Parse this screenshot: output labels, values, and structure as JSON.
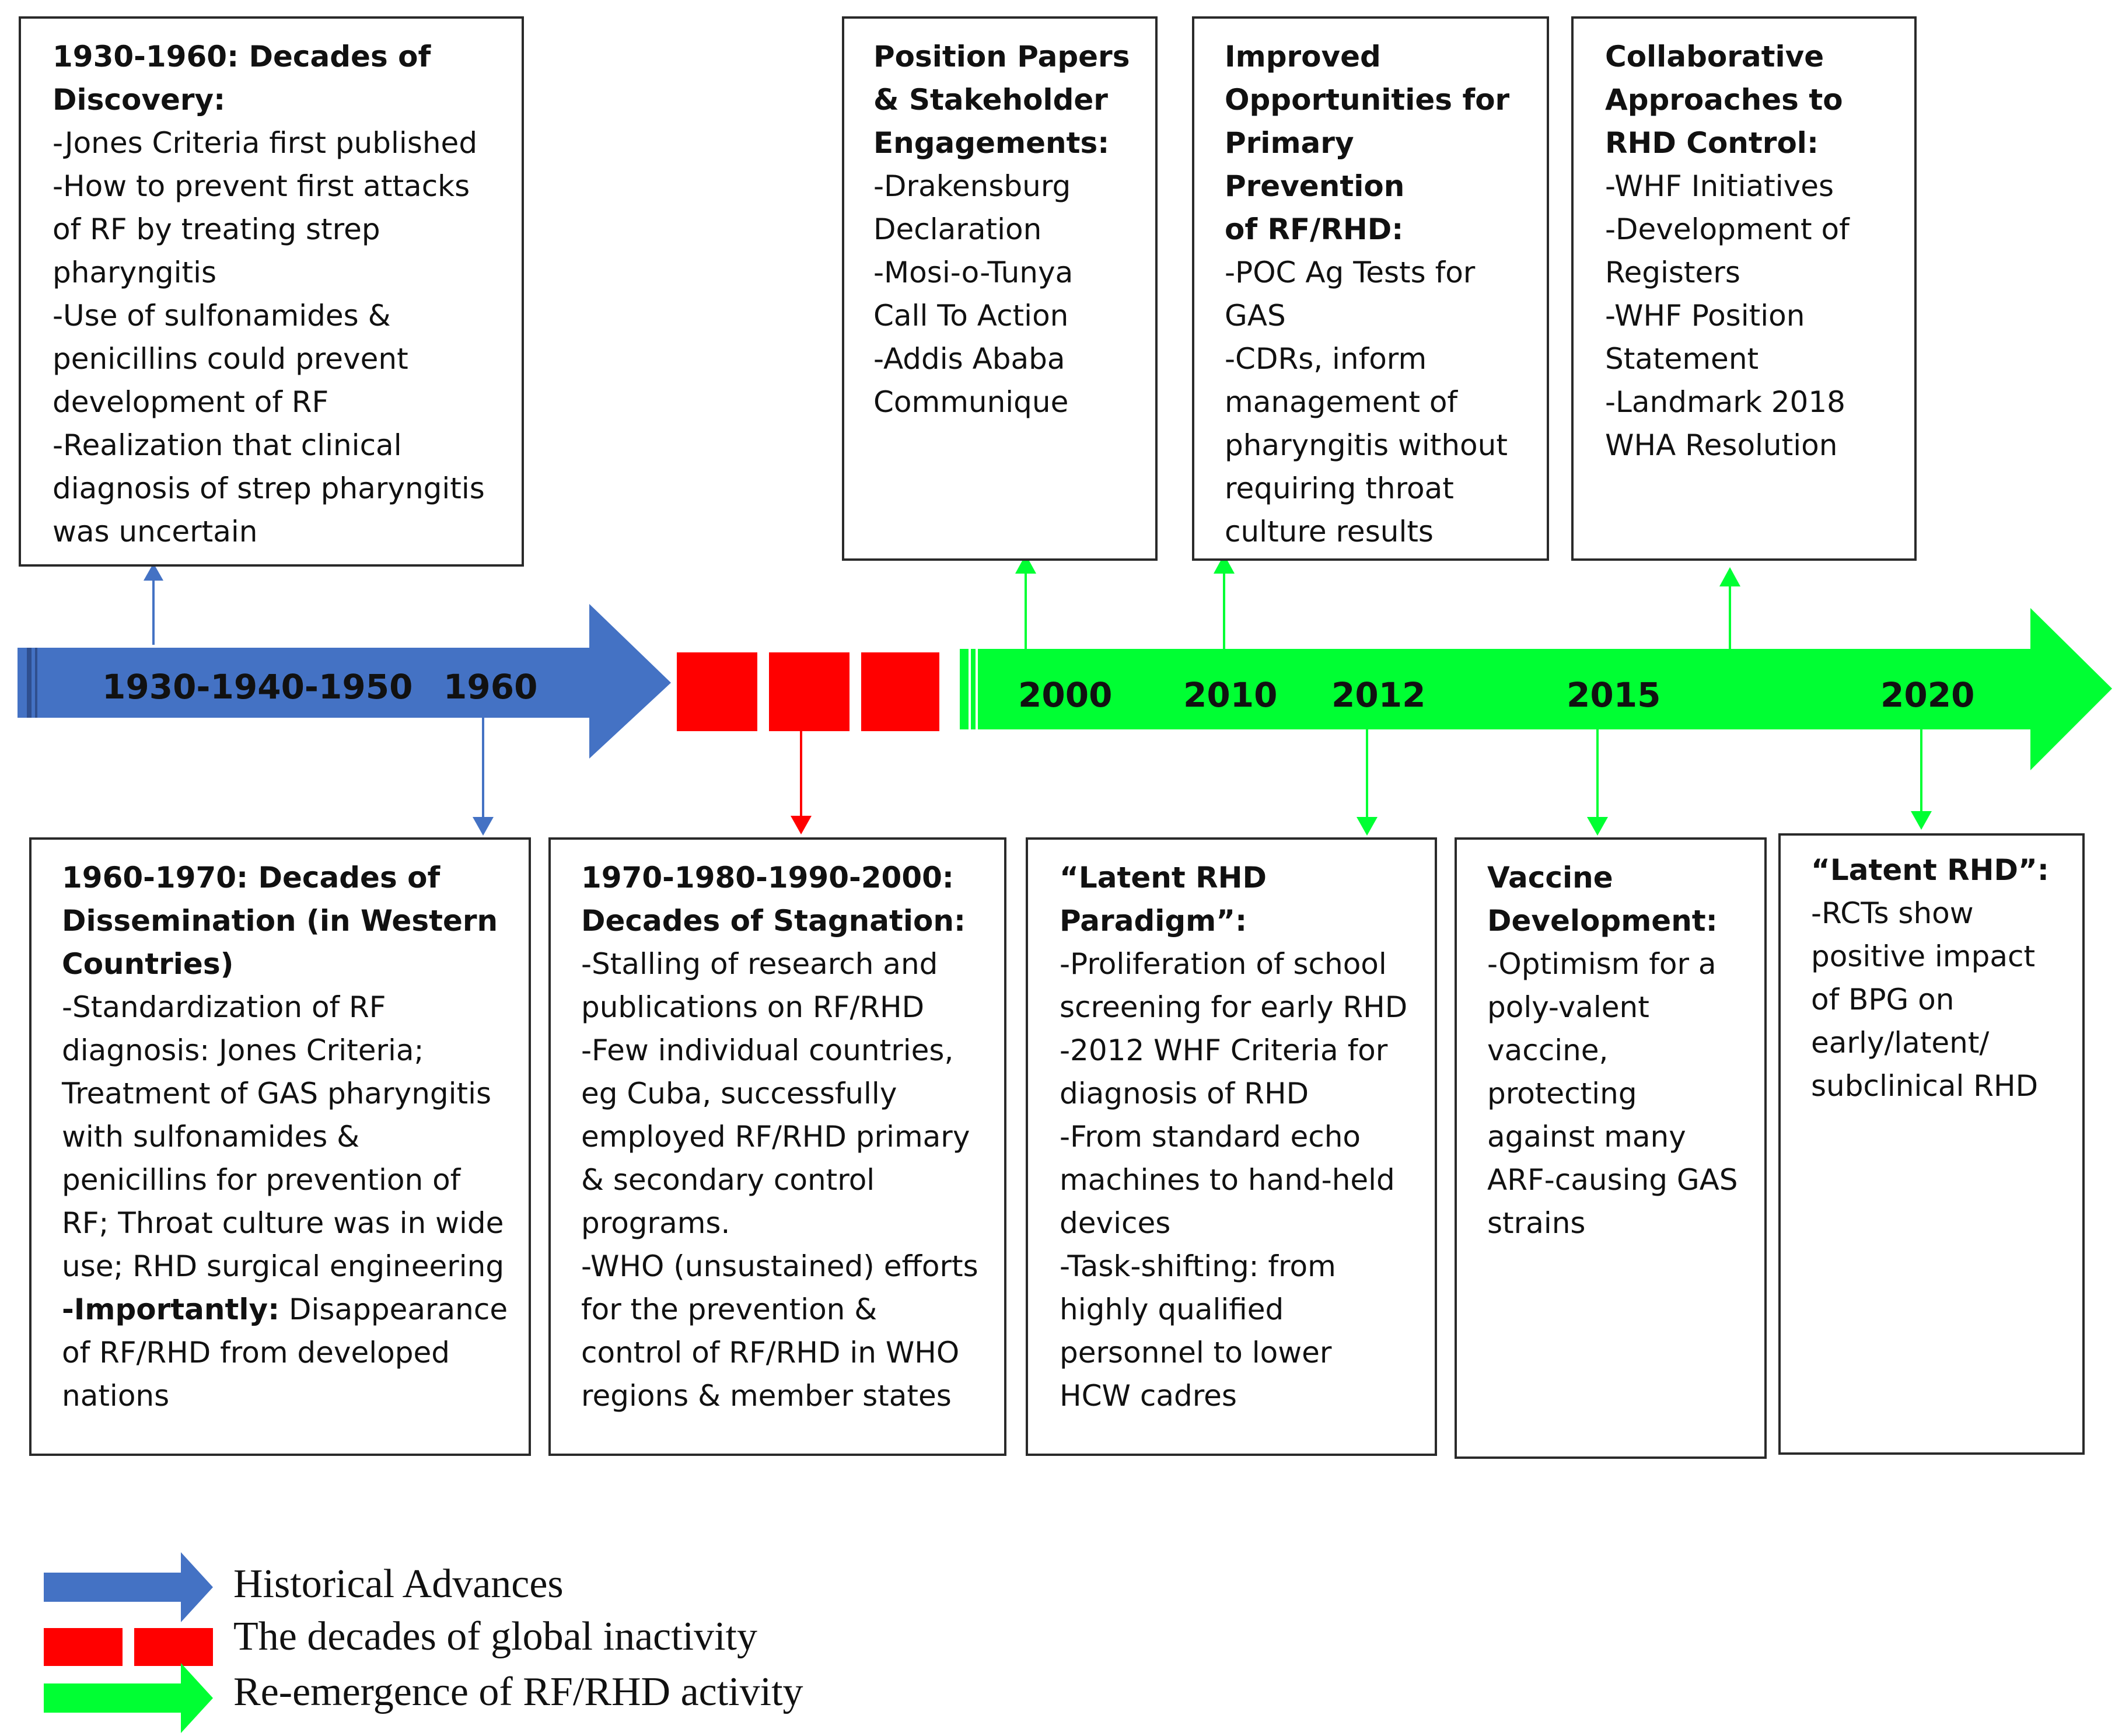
{
  "colors": {
    "historical": "#4472c4",
    "inactivity": "#ff0000",
    "reemergence": "#00ff33"
  },
  "years": {
    "early": "1930-1940-1950",
    "y1960": "1960",
    "y2000": "2000",
    "y2010": "2010",
    "y2012": "2012",
    "y2015": "2015",
    "y2020": "2020"
  },
  "boxes": {
    "discovery": {
      "heading": "1930-1960: Decades of\nDiscovery:",
      "items": [
        "-Jones Criteria first published",
        "-How to prevent first attacks\nof RF by treating strep\npharyngitis",
        "-Use of sulfonamides &\npenicillins could prevent\ndevelopment of RF",
        "-Realization that clinical\ndiagnosis of strep pharyngitis\nwas uncertain"
      ]
    },
    "dissemination": {
      "heading": "1960-1970: Decades of\nDissemination (in Western\nCountries)",
      "items": [
        "-Standardization of RF\ndiagnosis: Jones Criteria;\nTreatment of GAS pharyngitis\nwith sulfonamides &\npenicillins for prevention of\nRF; Throat culture was in wide\nuse; RHD surgical engineering"
      ],
      "important_label": "-Importantly:",
      "important_text": " Disappearance\nof RF/RHD from developed\nnations"
    },
    "stagnation": {
      "heading": "1970-1980-1990-2000:\nDecades of Stagnation:",
      "items": [
        "-Stalling of research and\npublications on RF/RHD",
        "-Few individual countries,\neg Cuba, successfully\nemployed RF/RHD primary\n& secondary control\nprograms.",
        "-WHO (unsustained) efforts\nfor the prevention &\ncontrol of RF/RHD in WHO\nregions & member states"
      ]
    },
    "position": {
      "heading": "Position Papers\n& Stakeholder\nEngagements:",
      "items": [
        "-Drakensburg\nDeclaration",
        "-Mosi-o-Tunya\nCall To Action",
        "-Addis Ababa\nCommunique"
      ]
    },
    "primary": {
      "heading": "Improved\nOpportunities for\nPrimary Prevention\nof RF/RHD:",
      "items": [
        "-POC Ag Tests for\nGAS",
        "-CDRs, inform\nmanagement of\npharyngitis without\nrequiring throat\nculture results"
      ]
    },
    "collaborative": {
      "heading": "Collaborative\nApproaches to\nRHD Control:",
      "items": [
        "-WHF Initiatives",
        "-Development of\nRegisters",
        "-WHF Position\nStatement",
        "-Landmark 2018\nWHA Resolution"
      ]
    },
    "paradigm": {
      "heading": "“Latent RHD\nParadigm”:",
      "items": [
        "-Proliferation of school\nscreening for early RHD",
        "-2012 WHF Criteria for\ndiagnosis of RHD",
        "-From standard echo\nmachines to hand-held\ndevices",
        "-Task-shifting: from\nhighly qualified\npersonnel to lower\nHCW cadres"
      ]
    },
    "vaccine": {
      "heading": "Vaccine\nDevelopment:",
      "items": [
        "-Optimism for a\npoly-valent\nvaccine,\nprotecting\nagainst many\nARF-causing GAS\nstrains"
      ]
    },
    "latent": {
      "heading": "“Latent RHD”:",
      "items": [
        "-RCTs show\npositive impact\nof BPG on\nearly/latent/\nsubclinical RHD"
      ]
    }
  },
  "legend": {
    "historical": "Historical Advances",
    "inactivity": "The decades of global inactivity",
    "reemergence": "Re-emergence of RF/RHD activity"
  }
}
